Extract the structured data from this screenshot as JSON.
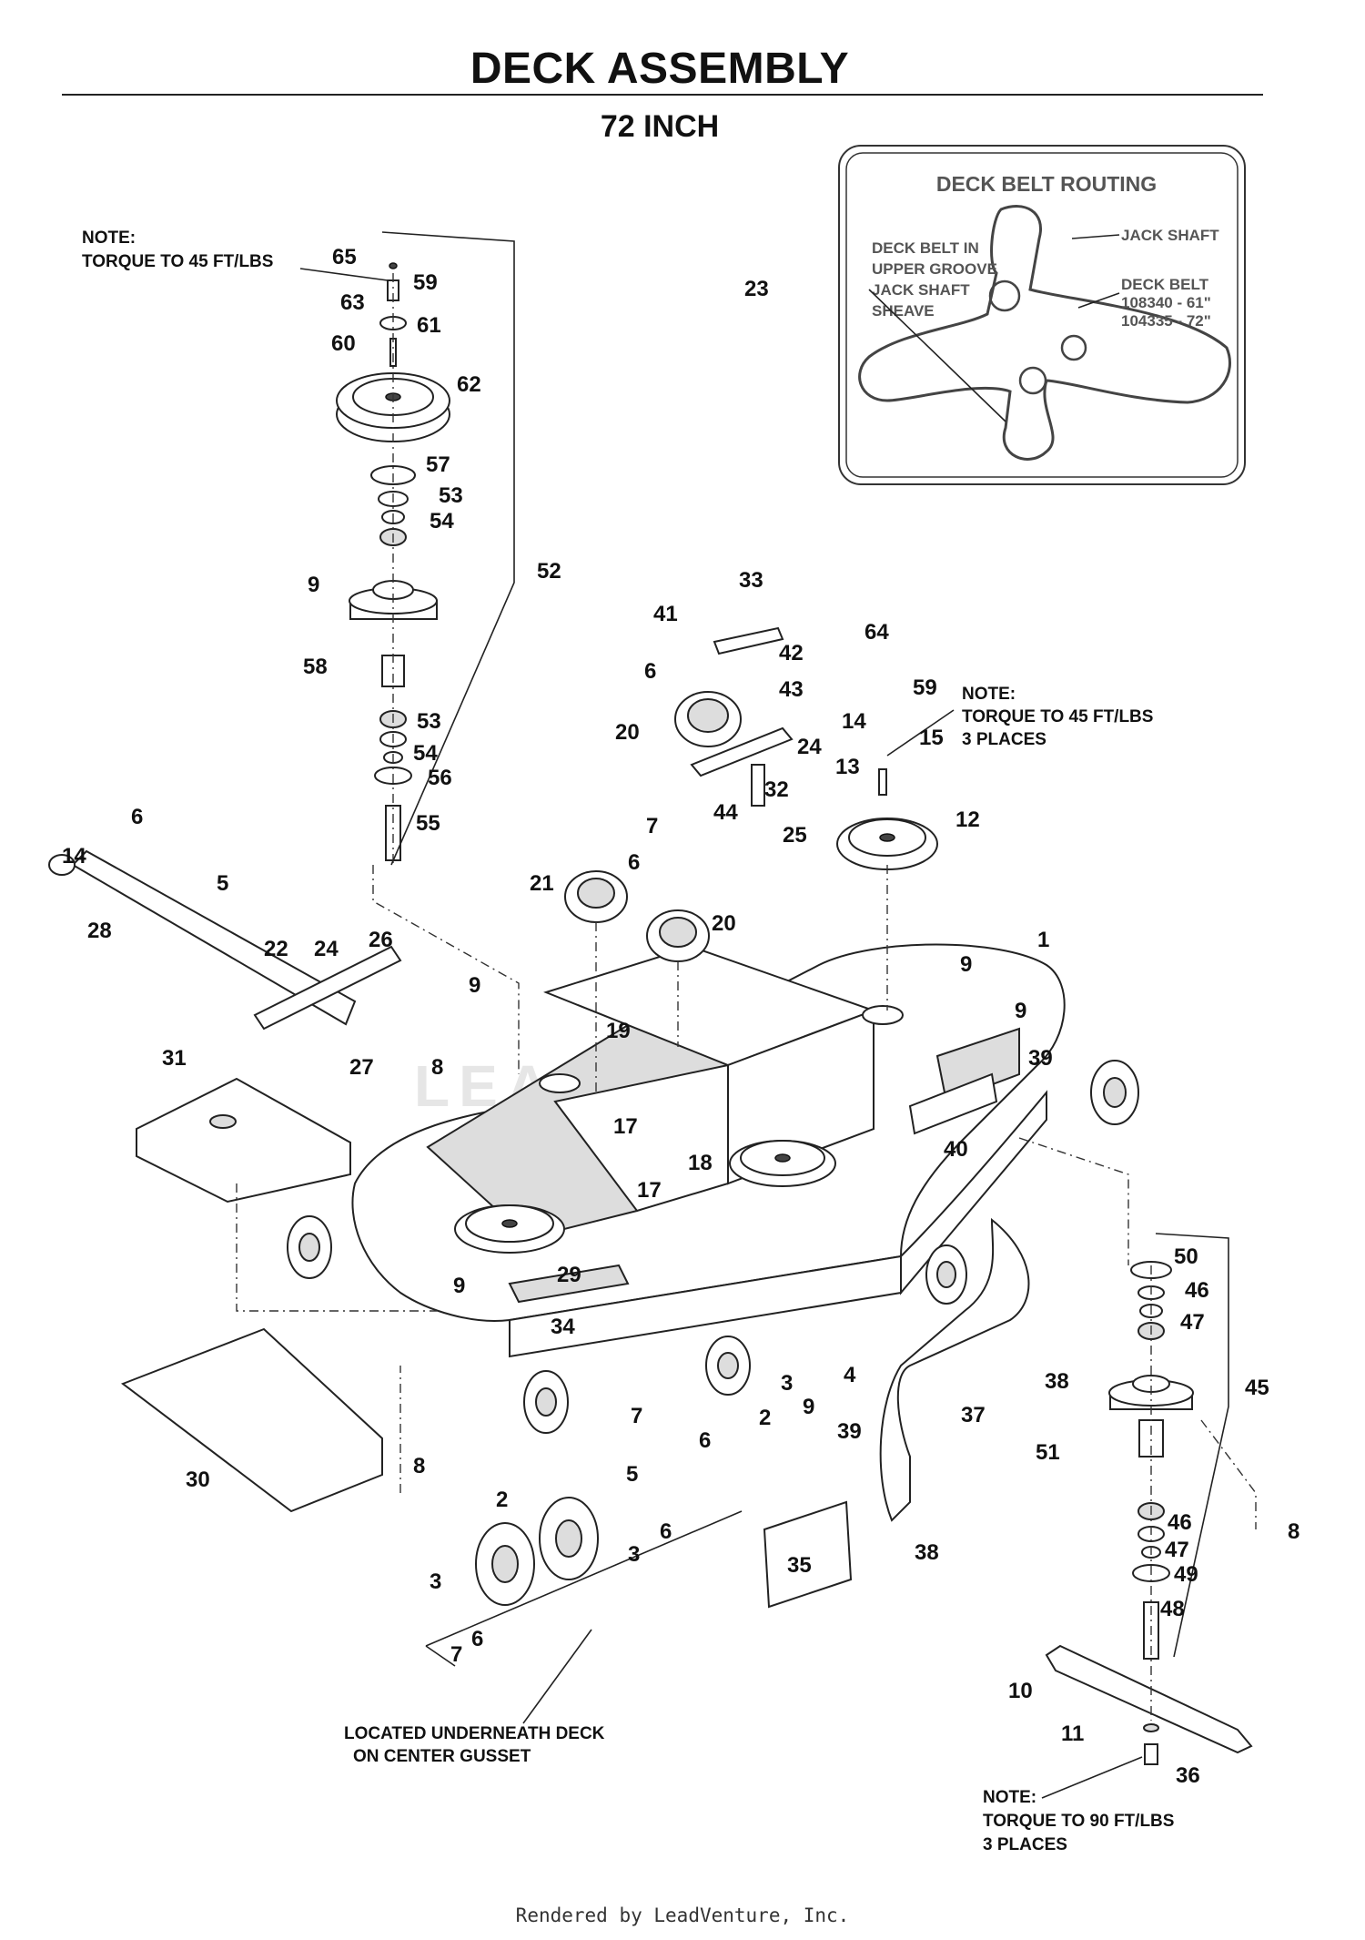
{
  "header": {
    "title": "DECK ASSEMBLY",
    "subtitle": "72 INCH"
  },
  "inset": {
    "title": "DECK BELT ROUTING",
    "lines": [
      "DECK BELT IN",
      "UPPER GROOVE",
      "JACK SHAFT",
      "SHEAVE",
      "JACK SHAFT",
      "DECK BELT",
      "108340 - 61\"",
      "104335 - 72\""
    ]
  },
  "notes": {
    "top_left": [
      "NOTE:",
      "TORQUE TO 45 FT/LBS"
    ],
    "right_spindle": [
      "NOTE:",
      "TORQUE TO 45 FT/LBS",
      "3 PLACES"
    ],
    "underneath": [
      "LOCATED UNDERNEATH DECK",
      "ON CENTER GUSSET"
    ],
    "blade": [
      "NOTE:",
      "TORQUE TO 90 FT/LBS",
      "3 PLACES"
    ]
  },
  "callouts": [
    "65",
    "59",
    "63",
    "61",
    "60",
    "62",
    "57",
    "53",
    "54",
    "9",
    "58",
    "53",
    "54",
    "56",
    "55",
    "52",
    "23",
    "33",
    "41",
    "42",
    "6",
    "43",
    "20",
    "24",
    "44",
    "32",
    "25",
    "64",
    "59",
    "14",
    "15",
    "13",
    "12",
    "6",
    "14",
    "5",
    "28",
    "22",
    "24",
    "26",
    "9",
    "27",
    "7",
    "6",
    "21",
    "20",
    "19",
    "31",
    "8",
    "17",
    "18",
    "17",
    "1",
    "9",
    "9",
    "39",
    "40",
    "29",
    "9",
    "34",
    "50",
    "46",
    "47",
    "4",
    "3",
    "2",
    "7",
    "6",
    "9",
    "39",
    "38",
    "37",
    "45",
    "51",
    "30",
    "8",
    "5",
    "2",
    "6",
    "3",
    "35",
    "38",
    "3",
    "7",
    "6",
    "46",
    "47",
    "49",
    "48",
    "8",
    "10",
    "11",
    "36"
  ],
  "footer": "Rendered by LeadVenture, Inc.",
  "watermark": "LEADVENTURE"
}
